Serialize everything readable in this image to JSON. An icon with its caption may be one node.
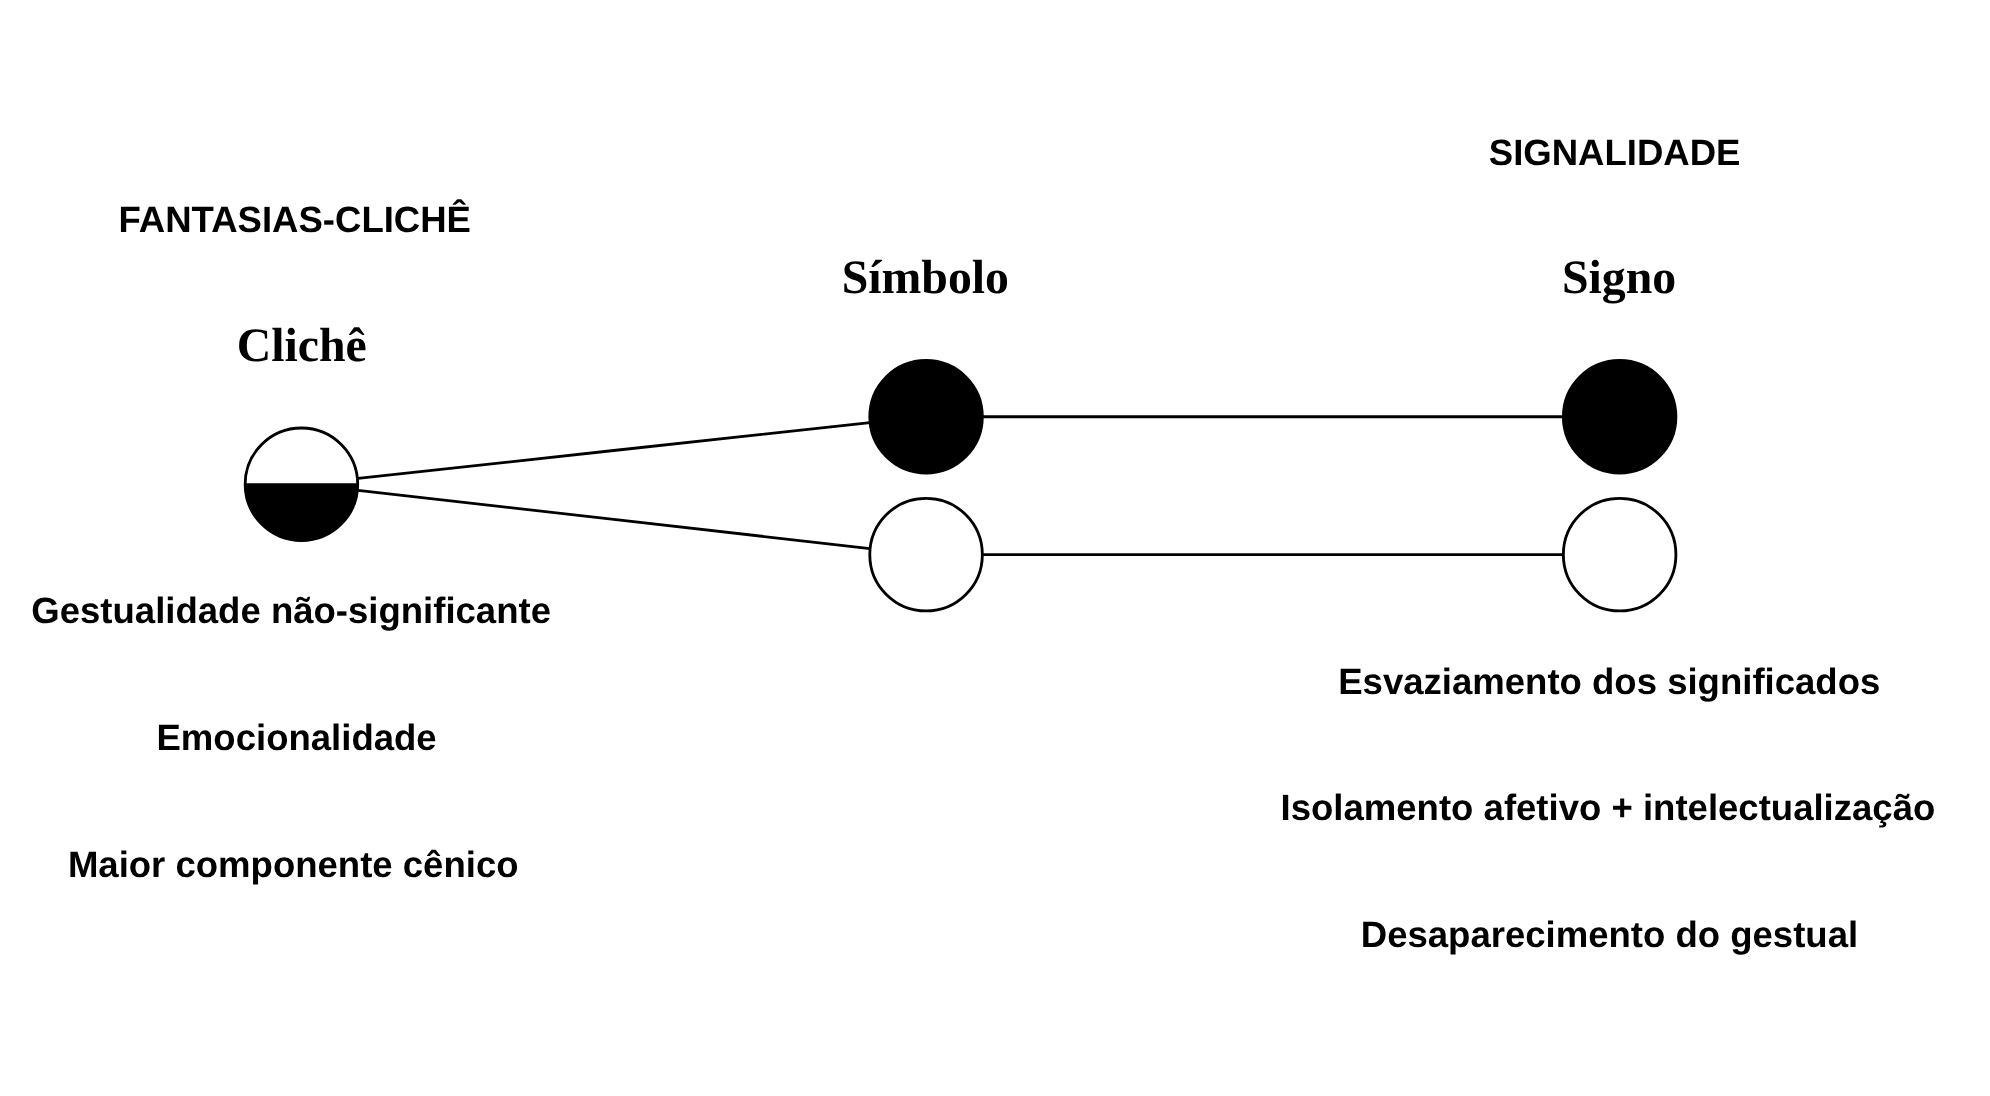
{
  "diagram": {
    "nodes": [
      {
        "text": [],
        "shape": "circle"
      },
      {
        "text": [],
        "shape": "circle"
      },
      {
        "text": [],
        "shape": "circle"
      },
      {
        "text": [],
        "shape": "circle"
      },
      {
        "text": [],
        "shape": "circle"
      }
    ],
    "edges": [
      {
        "from": 0,
        "to": 1,
        "arrow": "none"
      },
      {
        "from": 1,
        "to": 3,
        "arrow": "none"
      },
      {
        "from": 0,
        "to": 2,
        "arrow": "none"
      },
      {
        "from": 2,
        "to": 4,
        "arrow": "none"
      }
    ],
    "labels": [
      "FANTASIAS-CLICHÊ",
      "SIGNALIDADE",
      "Clichê",
      "Símbolo",
      "Signo",
      "Gestualidade não-significante",
      "Emocionalidade",
      "Maior componente cênico",
      "Esvaziamento dos significados",
      "Isolamento afetivo + intelectualização",
      "Desaparecimento do gestual"
    ]
  }
}
